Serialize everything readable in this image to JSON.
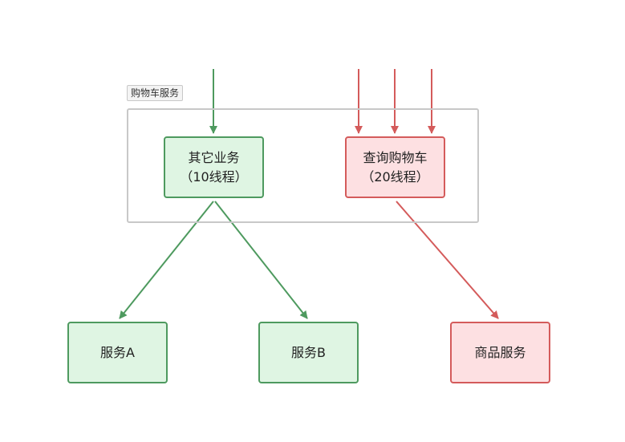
{
  "group": {
    "label": "购物车服务"
  },
  "nodes": {
    "other_business": {
      "line1": "其它业务",
      "line2": "（10线程）"
    },
    "query_cart": {
      "line1": "查询购物车",
      "line2": "（20线程）"
    },
    "service_a": "服务A",
    "service_b": "服务B",
    "goods_service": "商品服务"
  },
  "colors": {
    "green_fill": "#dff5e3",
    "green_stroke": "#4e9a5f",
    "red_fill": "#fde0e2",
    "red_stroke": "#d45b5b",
    "group_border": "#c8c8c8"
  }
}
